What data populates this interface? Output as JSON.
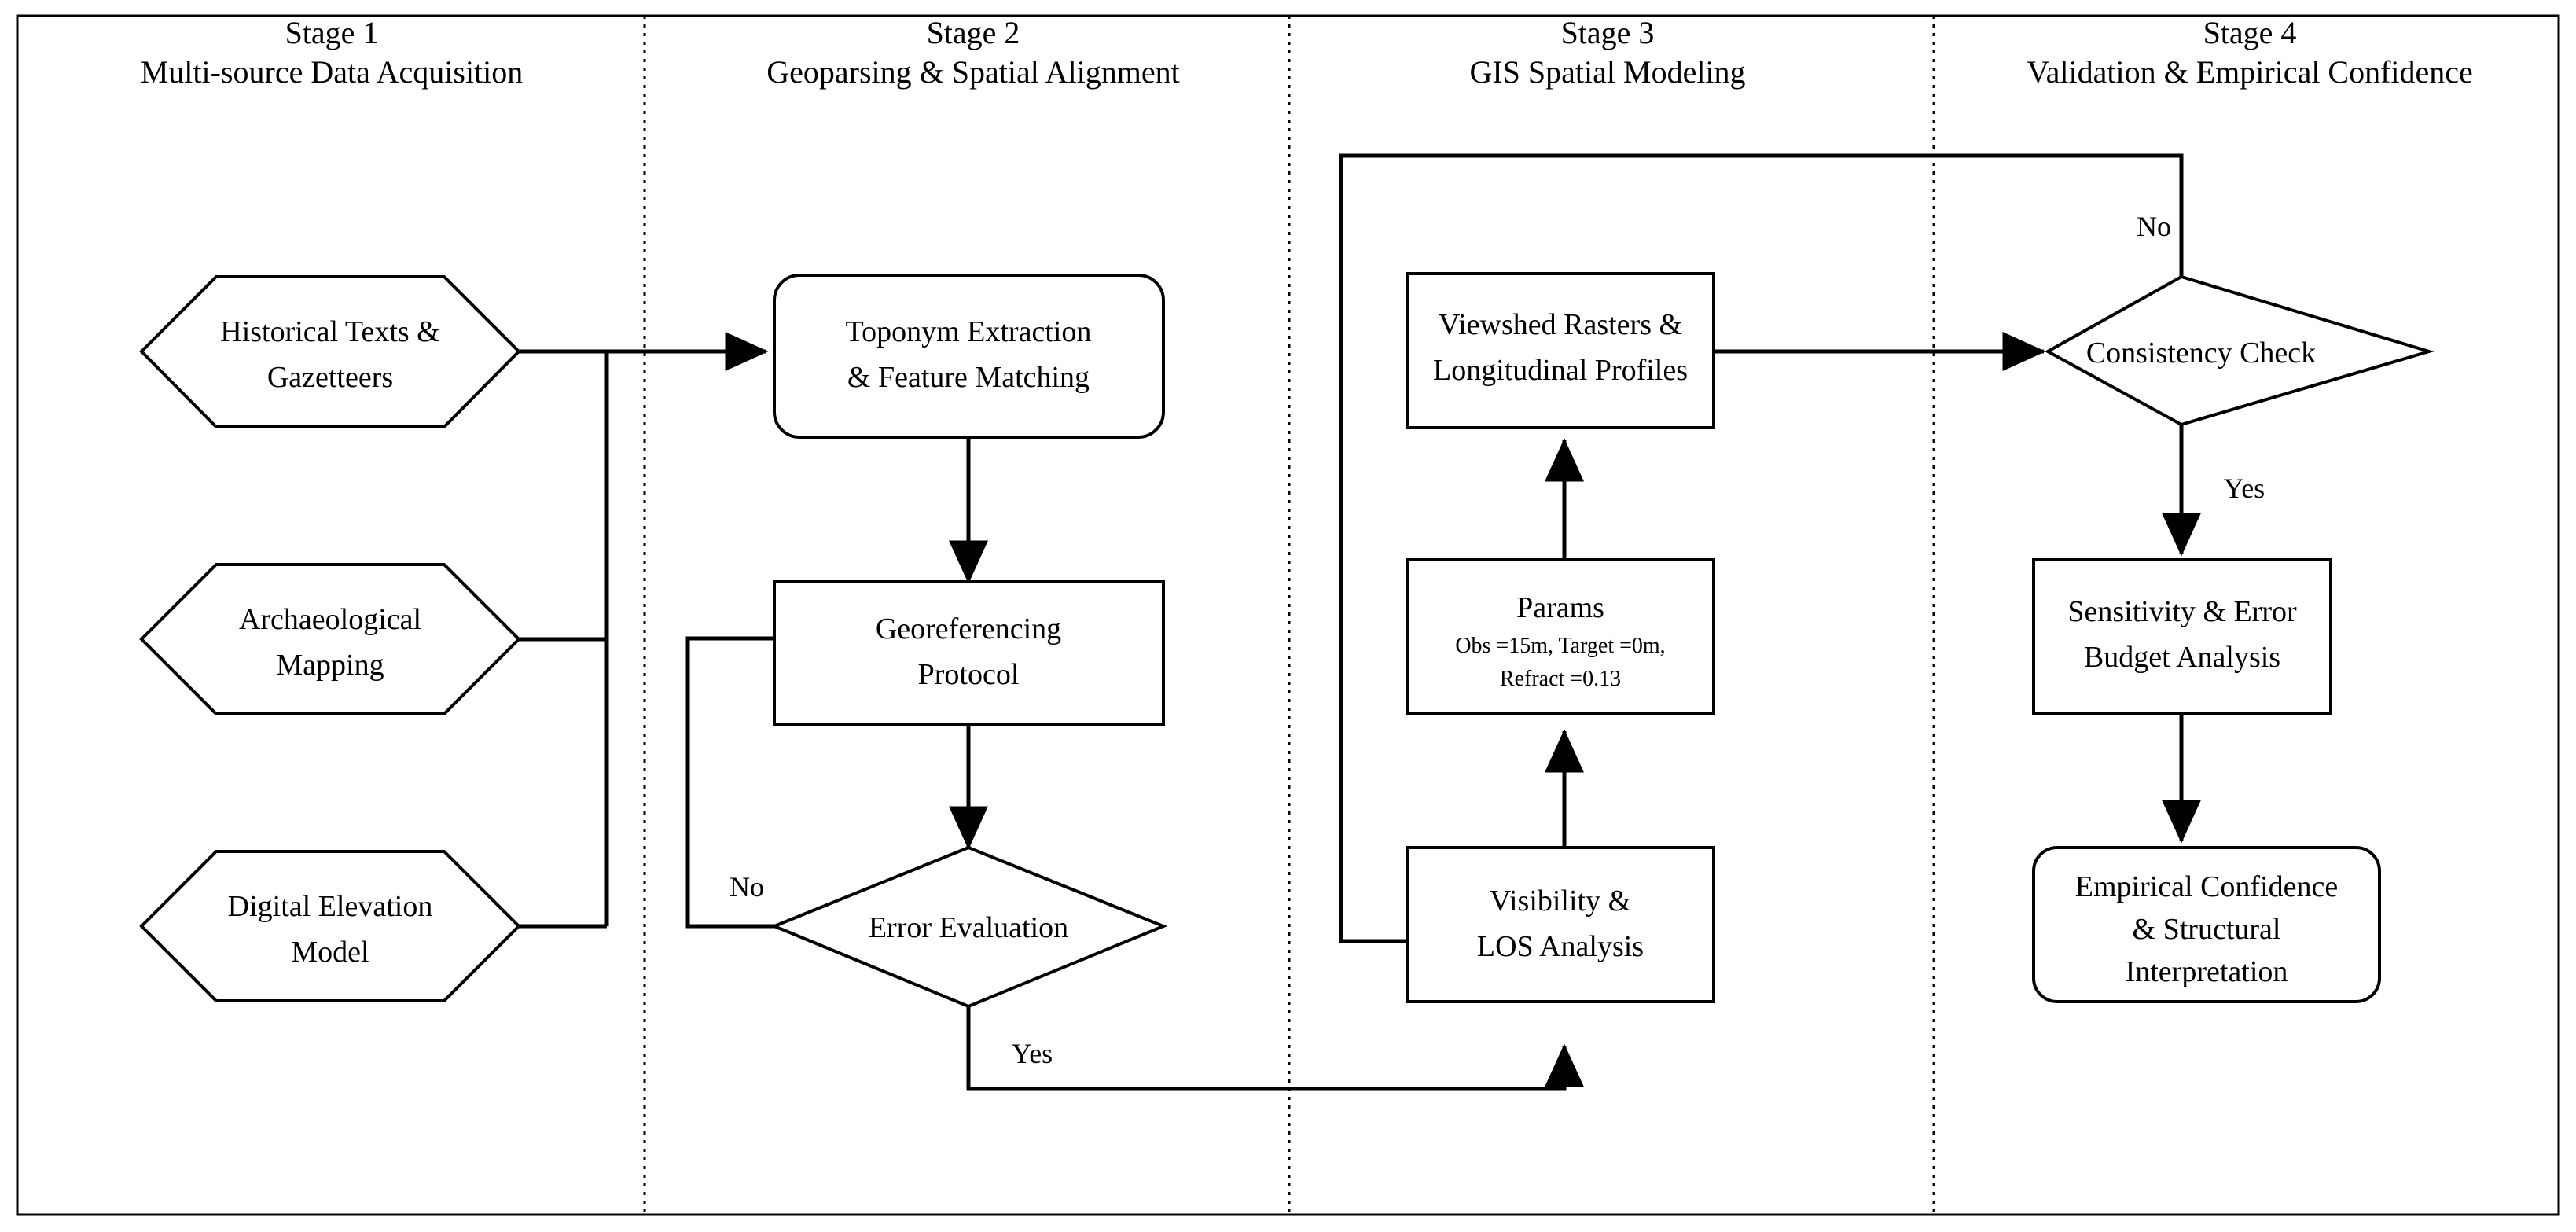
{
  "diagram": {
    "type": "flowchart",
    "orientation": "left-to-right",
    "lanes": [
      {
        "id": "stage1",
        "number": "Stage 1",
        "title": "Multi-source Data Acquisition"
      },
      {
        "id": "stage2",
        "number": "Stage 2",
        "title": "Geoparsing & Spatial Alignment"
      },
      {
        "id": "stage3",
        "number": "Stage 3",
        "title": "GIS Spatial Modeling"
      },
      {
        "id": "stage4",
        "number": "Stage 4",
        "title": "Validation & Empirical Confidence"
      }
    ],
    "nodes": [
      {
        "id": "hist",
        "shape": "hexagon",
        "lane": "stage1",
        "lines": [
          "Historical Texts &",
          "Gazetteers"
        ]
      },
      {
        "id": "arch",
        "shape": "hexagon",
        "lane": "stage1",
        "lines": [
          "Archaeological",
          "Mapping"
        ]
      },
      {
        "id": "dem",
        "shape": "hexagon",
        "lane": "stage1",
        "lines": [
          "Digital Elevation",
          "Model"
        ]
      },
      {
        "id": "topo",
        "shape": "rounded-rect",
        "lane": "stage2",
        "lines": [
          "Toponym Extraction",
          "& Feature Matching"
        ]
      },
      {
        "id": "geo",
        "shape": "rect",
        "lane": "stage2",
        "lines": [
          "Georeferencing",
          "Protocol"
        ]
      },
      {
        "id": "err",
        "shape": "diamond",
        "lane": "stage2",
        "lines": [
          "Error Evaluation"
        ]
      },
      {
        "id": "view",
        "shape": "rect",
        "lane": "stage3",
        "lines": [
          "Viewshed Rasters &",
          "Longitudinal Profiles"
        ]
      },
      {
        "id": "params",
        "shape": "rect",
        "lane": "stage3",
        "lines": [
          "Params"
        ],
        "sublines": [
          "Obs =15m, Target =0m,",
          "Refract =0.13"
        ]
      },
      {
        "id": "vis",
        "shape": "rect",
        "lane": "stage3",
        "lines": [
          "Visibility &",
          "LOS Analysis"
        ]
      },
      {
        "id": "cons",
        "shape": "diamond",
        "lane": "stage4",
        "lines": [
          "Consistency Check"
        ]
      },
      {
        "id": "sens",
        "shape": "rect",
        "lane": "stage4",
        "lines": [
          "Sensitivity & Error",
          "Budget Analysis"
        ]
      },
      {
        "id": "emp",
        "shape": "rounded-rect",
        "lane": "stage4",
        "lines": [
          "Empirical Confidence",
          "& Structural",
          "Interpretation"
        ]
      }
    ],
    "edge_labels": {
      "err_no": "No",
      "err_yes": "Yes",
      "cons_no": "No",
      "cons_yes": "Yes"
    },
    "colors": {
      "stroke": "#000000",
      "fill": "#ffffff",
      "background": "#ffffff"
    }
  }
}
